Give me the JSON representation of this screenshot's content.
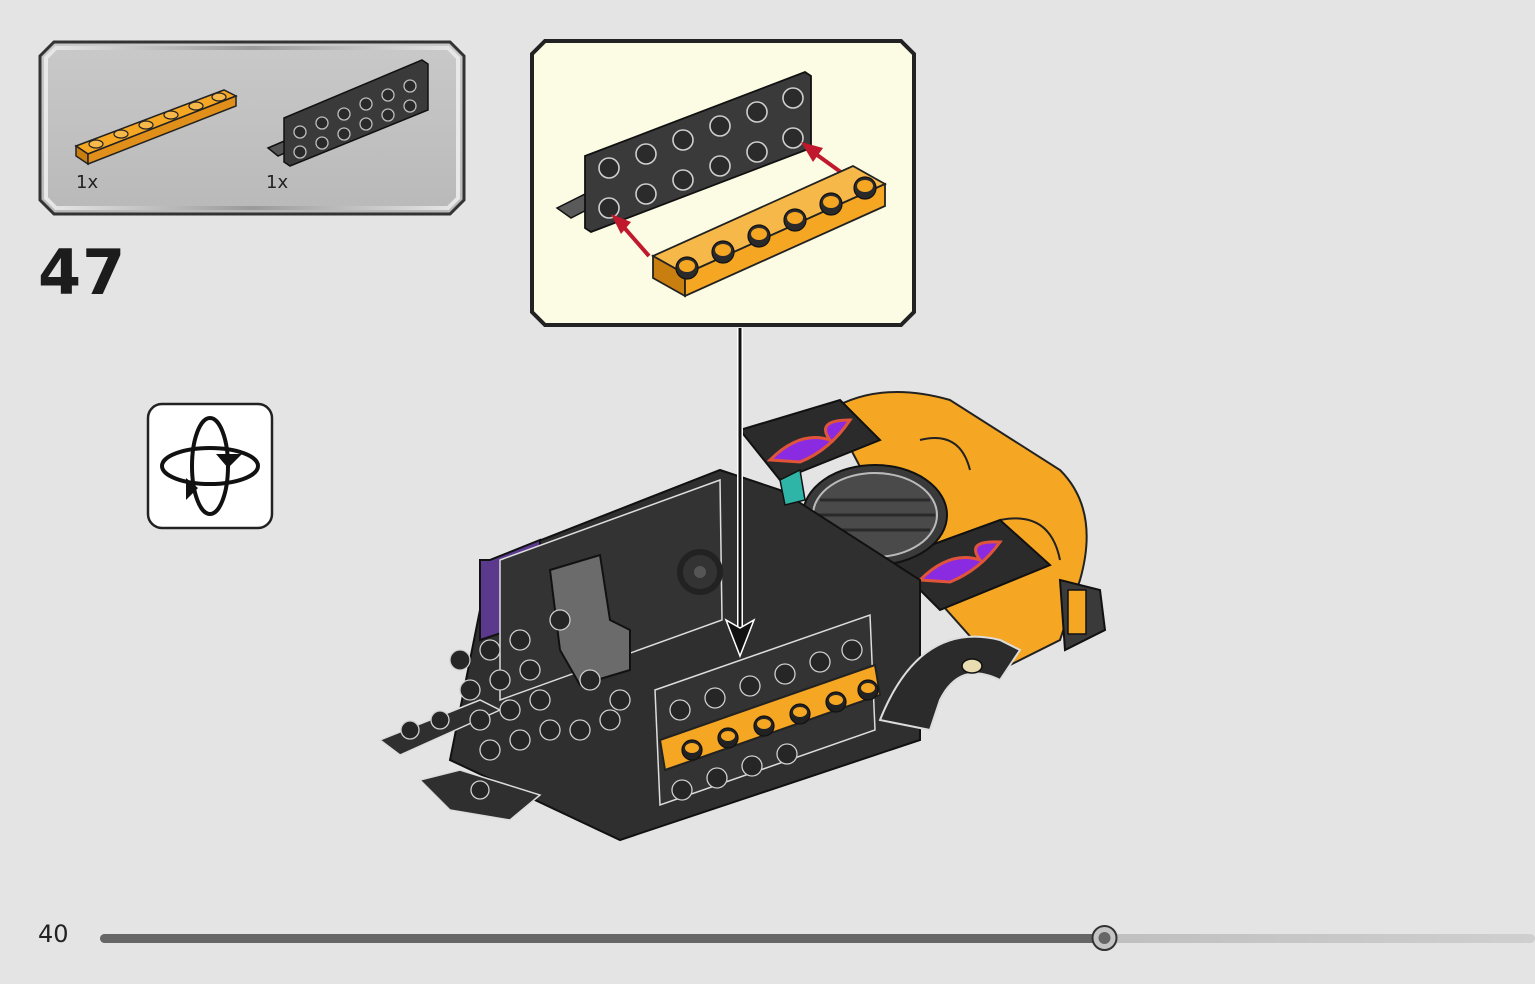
{
  "parts_list": {
    "items": [
      {
        "name": "orange-plate-1x6",
        "quantity": "1x",
        "color": "#f5a623"
      },
      {
        "name": "black-bracket-1x6-up-2x6",
        "quantity": "1x",
        "color": "#3a3a3a"
      }
    ]
  },
  "step": {
    "number": "47"
  },
  "page": {
    "number": "40",
    "progress": 0.7
  },
  "colors": {
    "background": "#e4e4e4",
    "parts_bg": "#c8c8c8",
    "callout_bg": "#fcfbe4",
    "lego_orange": "#f5a623",
    "lego_black": "#3a3a3a",
    "arrow_red": "#c0192d",
    "purple": "#5b3a8e",
    "teal": "#2fb5a8"
  },
  "icons": {
    "rotate": "rotate-model-icon"
  }
}
